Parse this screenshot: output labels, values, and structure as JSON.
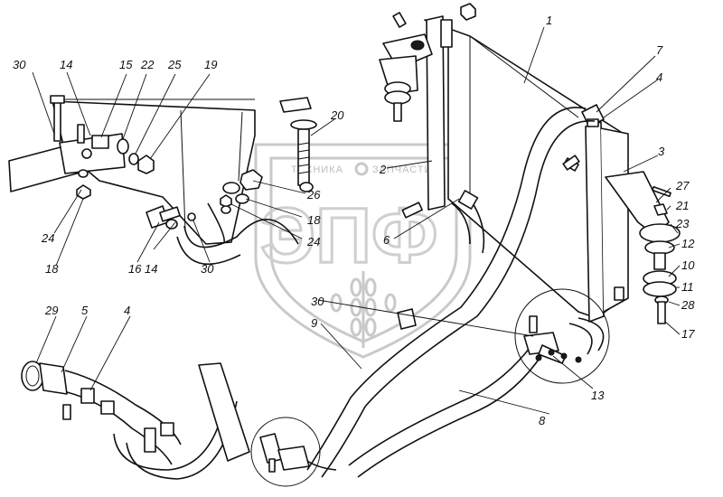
{
  "watermark": {
    "top_text_left": "ТЕХНИКА",
    "top_text_right": "ЗАПЧАСТИ",
    "big_letters": "ЭПФ"
  },
  "callouts": [
    {
      "id": "c1",
      "text": "1"
    },
    {
      "id": "c2",
      "text": "2"
    },
    {
      "id": "c3",
      "text": "3"
    },
    {
      "id": "c4a",
      "text": "4"
    },
    {
      "id": "c4b",
      "text": "4"
    },
    {
      "id": "c5",
      "text": "5"
    },
    {
      "id": "c6",
      "text": "6"
    },
    {
      "id": "c7",
      "text": "7"
    },
    {
      "id": "c8",
      "text": "8"
    },
    {
      "id": "c9",
      "text": "9"
    },
    {
      "id": "c10",
      "text": "10"
    },
    {
      "id": "c11",
      "text": "11"
    },
    {
      "id": "c12",
      "text": "12"
    },
    {
      "id": "c13",
      "text": "13"
    },
    {
      "id": "c14a",
      "text": "14"
    },
    {
      "id": "c14b",
      "text": "14"
    },
    {
      "id": "c15",
      "text": "15"
    },
    {
      "id": "c16",
      "text": "16"
    },
    {
      "id": "c17",
      "text": "17"
    },
    {
      "id": "c18a",
      "text": "18"
    },
    {
      "id": "c18b",
      "text": "18"
    },
    {
      "id": "c19",
      "text": "19"
    },
    {
      "id": "c20",
      "text": "20"
    },
    {
      "id": "c21",
      "text": "21"
    },
    {
      "id": "c22",
      "text": "22"
    },
    {
      "id": "c23",
      "text": "23"
    },
    {
      "id": "c24a",
      "text": "24"
    },
    {
      "id": "c24b",
      "text": "24"
    },
    {
      "id": "c25",
      "text": "25"
    },
    {
      "id": "c26",
      "text": "26"
    },
    {
      "id": "c27",
      "text": "27"
    },
    {
      "id": "c28",
      "text": "28"
    },
    {
      "id": "c29",
      "text": "29"
    },
    {
      "id": "c30a",
      "text": "30"
    },
    {
      "id": "c30b",
      "text": "30"
    },
    {
      "id": "c30c",
      "text": "30"
    }
  ]
}
